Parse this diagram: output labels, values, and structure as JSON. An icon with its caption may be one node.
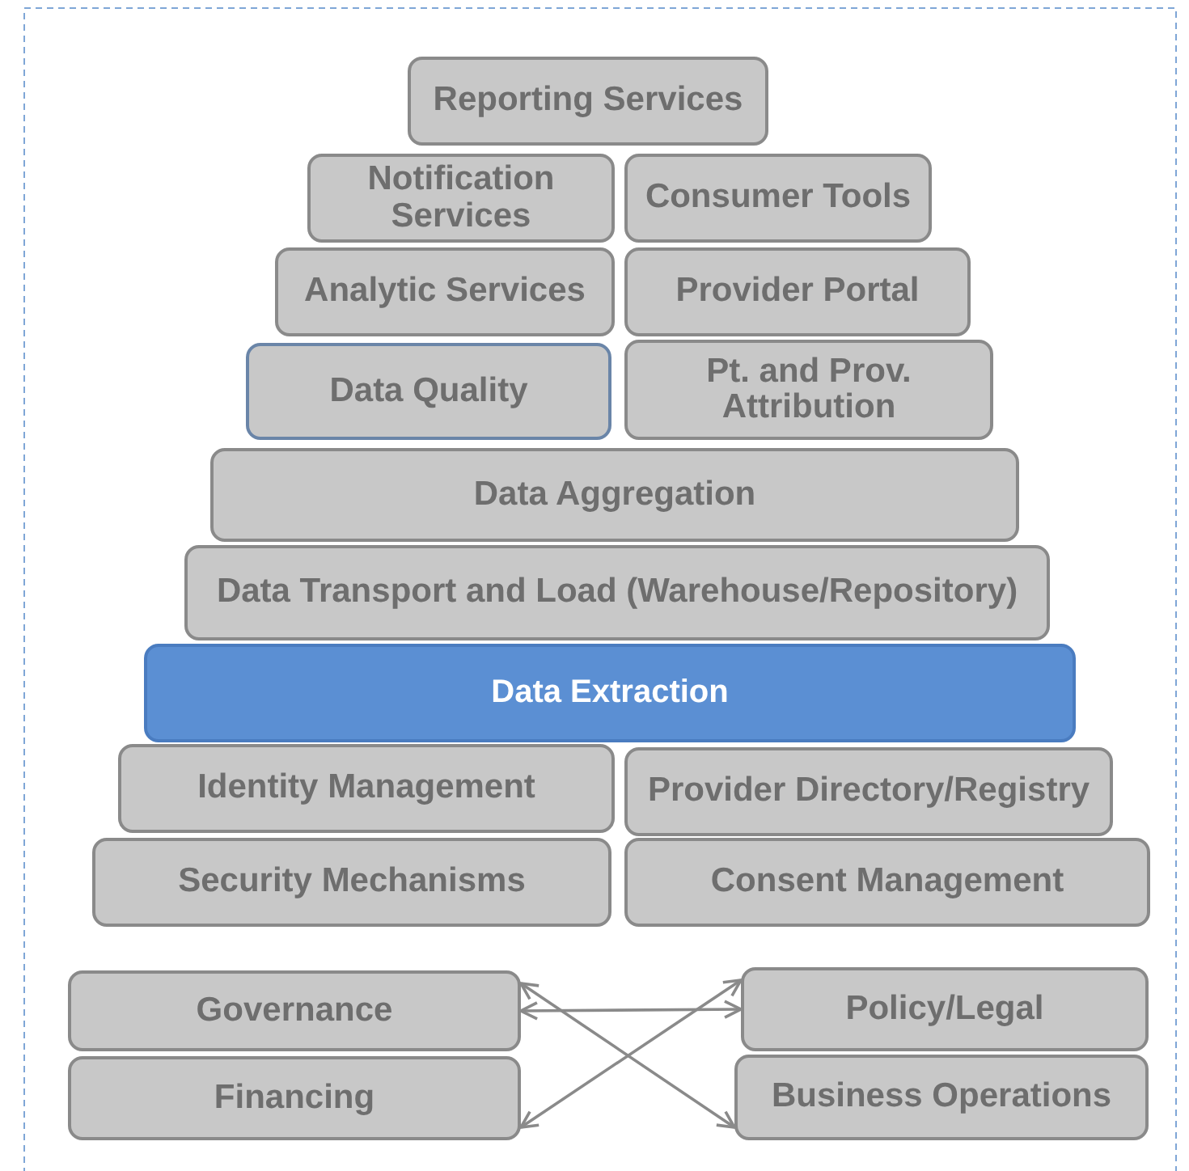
{
  "diagram": {
    "nodes": [
      {
        "text": [
          "Reporting Services"
        ]
      },
      {
        "text": [
          "Notification Services"
        ]
      },
      {
        "text": [
          "Consumer Tools"
        ]
      },
      {
        "text": [
          "Analytic Services"
        ]
      },
      {
        "text": [
          "Provider Portal"
        ]
      },
      {
        "text": [
          "Data Quality"
        ]
      },
      {
        "text": [
          "Pt. and Prov. Attribution"
        ]
      },
      {
        "text": [
          "Data Aggregation"
        ]
      },
      {
        "text": [
          "Data Transport and Load (Warehouse/Repository)"
        ]
      },
      {
        "text": [
          "Data Extraction"
        ]
      },
      {
        "text": [
          "Identity Management"
        ]
      },
      {
        "text": [
          "Provider Directory/Registry"
        ]
      },
      {
        "text": [
          "Security Mechanisms"
        ]
      },
      {
        "text": [
          "Consent Management"
        ]
      },
      {
        "text": [
          "Governance"
        ]
      },
      {
        "text": [
          "Policy/Legal"
        ]
      },
      {
        "text": [
          "Financing"
        ]
      },
      {
        "text": [
          "Business Operations"
        ]
      }
    ],
    "edges": [
      {
        "from": 14,
        "to": 15,
        "arrow": "both"
      },
      {
        "from": 14,
        "to": 17,
        "arrow": "both"
      },
      {
        "from": 16,
        "to": 15,
        "arrow": "both"
      }
    ]
  }
}
